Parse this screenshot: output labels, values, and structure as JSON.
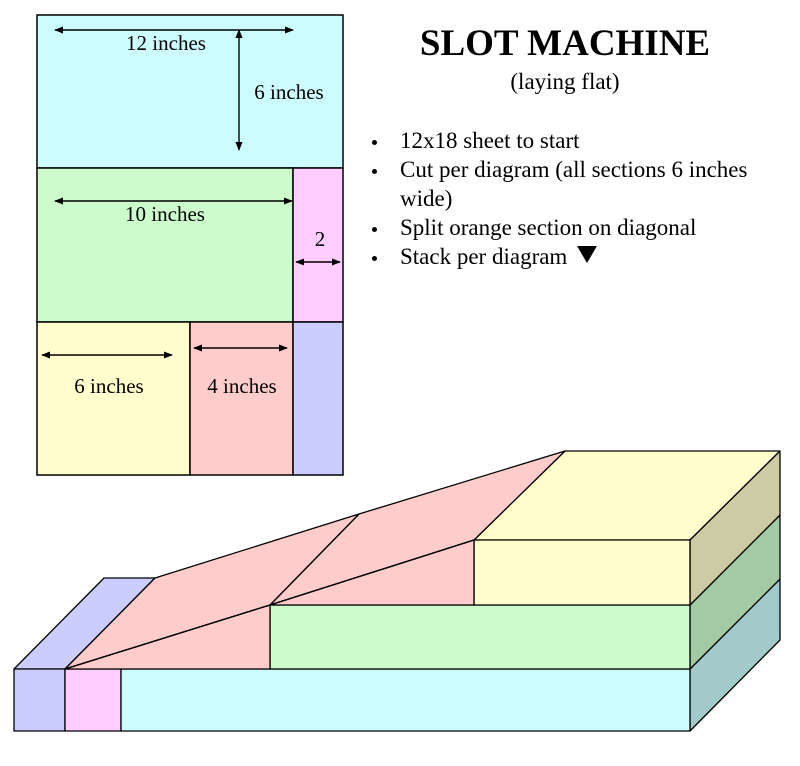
{
  "title": "SLOT MACHINE",
  "subtitle": "(laying flat)",
  "bullets": [
    "12x18 sheet to start",
    "Cut per diagram (all sections 6 inches wide)",
    "Split orange section on diagonal",
    "Stack per diagram"
  ],
  "stack_marker_icon": "down-triangle-icon",
  "pattern": {
    "labels": {
      "top_width": "12 inches",
      "top_height": "6 inches",
      "middle_width": "10 inches",
      "middle_strip": "2",
      "bottom_left": "6 inches",
      "bottom_middle": "4 inches"
    }
  },
  "colors": {
    "cyan": "#ccfcfd",
    "green": "#ccfccc",
    "pink": "#ffcdff",
    "yellow": "#fffecc",
    "salmon": "#ffcccc",
    "blue": "#cccdff"
  }
}
